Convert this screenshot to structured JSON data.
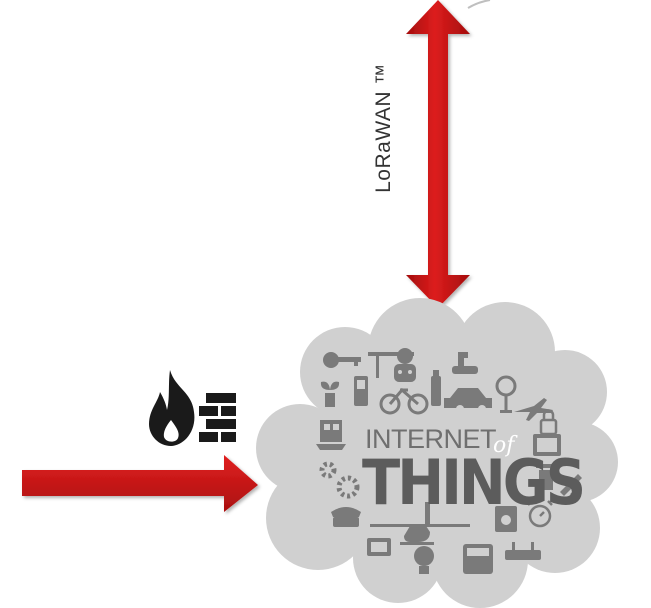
{
  "link": {
    "protocol_label": "LoRaWAN ™"
  },
  "iot": {
    "word_internet": "INTERNET",
    "word_of": "of",
    "word_things": "THINGS"
  },
  "icons": {
    "firewall": "firewall-icon",
    "things": [
      "key-icon",
      "lamp-icon",
      "robot-icon",
      "faucet-icon",
      "plant-icon",
      "phone-icon",
      "bicycle-icon",
      "bottle-icon",
      "car-icon",
      "fan-icon",
      "airplane-icon",
      "lock-icon",
      "train-icon",
      "monitor-icon",
      "gear-icon",
      "trash-icon",
      "plug-icon",
      "telephone-icon",
      "stopwatch-icon",
      "camera-icon",
      "helicopter-icon",
      "tv-icon",
      "bulb-icon",
      "bus-icon",
      "router-icon"
    ]
  },
  "colors": {
    "arrow": "#cc1414",
    "cloud": "#cfcfcf",
    "firewall": "#1a1a1a"
  }
}
